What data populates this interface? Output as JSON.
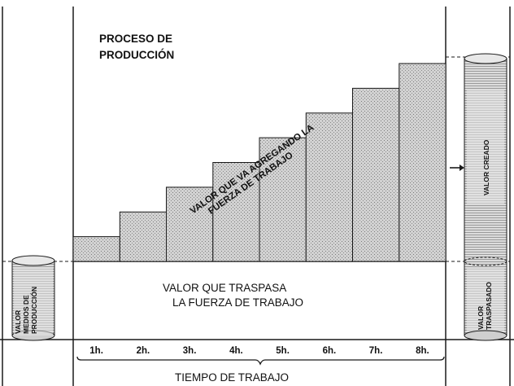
{
  "title_lines": [
    "PROCESO DE",
    "PRODUCCIÓN"
  ],
  "transfer_lines": [
    "VALOR QUE TRASPASA",
    "LA FUERZA DE TRABAJO"
  ],
  "added_value_lines": [
    "VALOR QUE VA AGREGANDO LA",
    "FUERZA DE TRABAJO"
  ],
  "axis_title": "TIEMPO  DE  TRABAJO",
  "hours": [
    "1h.",
    "2h.",
    "3h.",
    "4h.",
    "5h.",
    "6h.",
    "7h.",
    "8h."
  ],
  "step_levels": [
    1,
    2,
    3,
    4,
    5,
    6,
    7,
    8
  ],
  "left_cylinder_lines": [
    "VALOR",
    "MEDIOS DE",
    "PRODUCCIÓN"
  ],
  "right_cylinder": {
    "created_label": "VALOR CREADO",
    "transferred_lines": [
      "VALOR",
      "TRASPASADO"
    ]
  },
  "colors": {
    "line": "#1a1a1a",
    "bar_fill": "#c9c9c9",
    "cylinder_fill": "#d6d6d6"
  }
}
